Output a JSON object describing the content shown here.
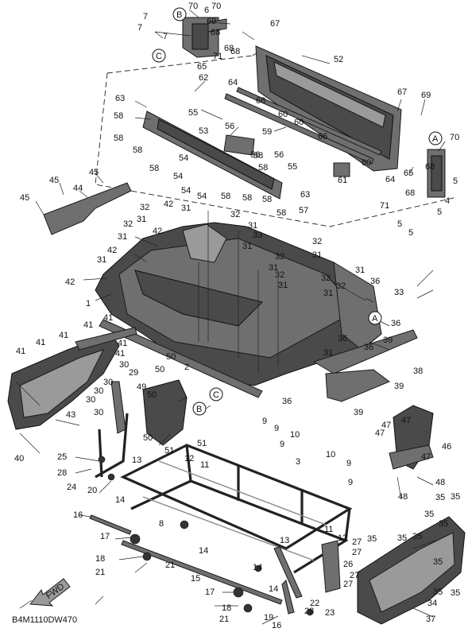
{
  "diagram_code": "B4M1110DW470",
  "fwd_label": "FWD",
  "callouts": {
    "A": "A",
    "B": "B",
    "C": "C"
  },
  "part_numbers": [
    "1",
    "2",
    "3",
    "4",
    "5",
    "6",
    "7",
    "8",
    "9",
    "10",
    "11",
    "12",
    "13",
    "14",
    "15",
    "16",
    "17",
    "18",
    "19",
    "20",
    "21",
    "22",
    "23",
    "24",
    "25",
    "26",
    "27",
    "28",
    "29",
    "30",
    "31",
    "32",
    "33",
    "34",
    "35",
    "36",
    "37",
    "38",
    "39",
    "40",
    "41",
    "42",
    "43",
    "44",
    "45",
    "46",
    "47",
    "48",
    "49",
    "50",
    "51",
    "52",
    "53",
    "54",
    "55",
    "56",
    "57",
    "58",
    "59",
    "60",
    "61",
    "62",
    "63",
    "64",
    "65",
    "66",
    "67",
    "68",
    "69",
    "70",
    "71"
  ]
}
